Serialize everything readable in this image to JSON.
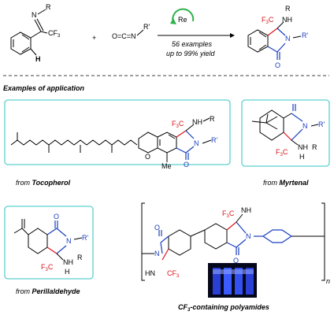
{
  "reaction": {
    "reactant1": {
      "n_label": "N",
      "r_label": "R",
      "cf3_label": "CF",
      "cf3_sub": "3",
      "h_label": "H"
    },
    "plus": "+",
    "reactant2": {
      "label": "O=C=N",
      "r_prime": "R'"
    },
    "catalyst": "Re",
    "conditions_line1": "56 examples",
    "conditions_line2": "up to 99% yield",
    "product": {
      "f3c": "F",
      "f3c_sub": "3",
      "f3c_c": "C",
      "nh": "NH",
      "r": "R",
      "n": "N",
      "r_prime": "R'",
      "o": "O"
    }
  },
  "section_title": "Examples of application",
  "examples": [
    {
      "caption_prefix": "from ",
      "caption_name": "Tocopherol",
      "me": "Me",
      "o": "O",
      "f3c": "F",
      "f3c_sub": "3",
      "f3c_c": "C",
      "nh": "NH",
      "r": "R",
      "n": "N",
      "r_prime": "R'",
      "o2": "O"
    },
    {
      "caption_prefix": "from ",
      "caption_name": "Myrtenal",
      "n": "N",
      "r_prime": "R'",
      "nh": "NH",
      "r": "R",
      "f3c": "F",
      "f3c_sub": "3",
      "f3c_c": "C",
      "h": "H"
    },
    {
      "caption_prefix": "from ",
      "caption_name": "Perillaldehyde",
      "o": "O",
      "n": "N",
      "r_prime": "R'",
      "nh": "NH",
      "r": "R",
      "f3c": "F",
      "f3c_sub": "3",
      "f3c_c": "C",
      "h": "H"
    },
    {
      "caption_pre": "CF",
      "caption_sub": "3",
      "caption_post": "-containing polyamides",
      "n_sub": "n",
      "f3c": "F",
      "f3c_sub": "3",
      "f3c_c": "C",
      "nh": "NH",
      "hn": "HN",
      "cf3": "CF",
      "cf3_sub": "3",
      "o": "O",
      "n": "N"
    }
  ],
  "colors": {
    "red": "#d9141b",
    "blue": "#1a3fbf",
    "box": "#5ecfcf",
    "catalyst_ring": "#2db34a",
    "vial_glow": "#3b5bff"
  }
}
